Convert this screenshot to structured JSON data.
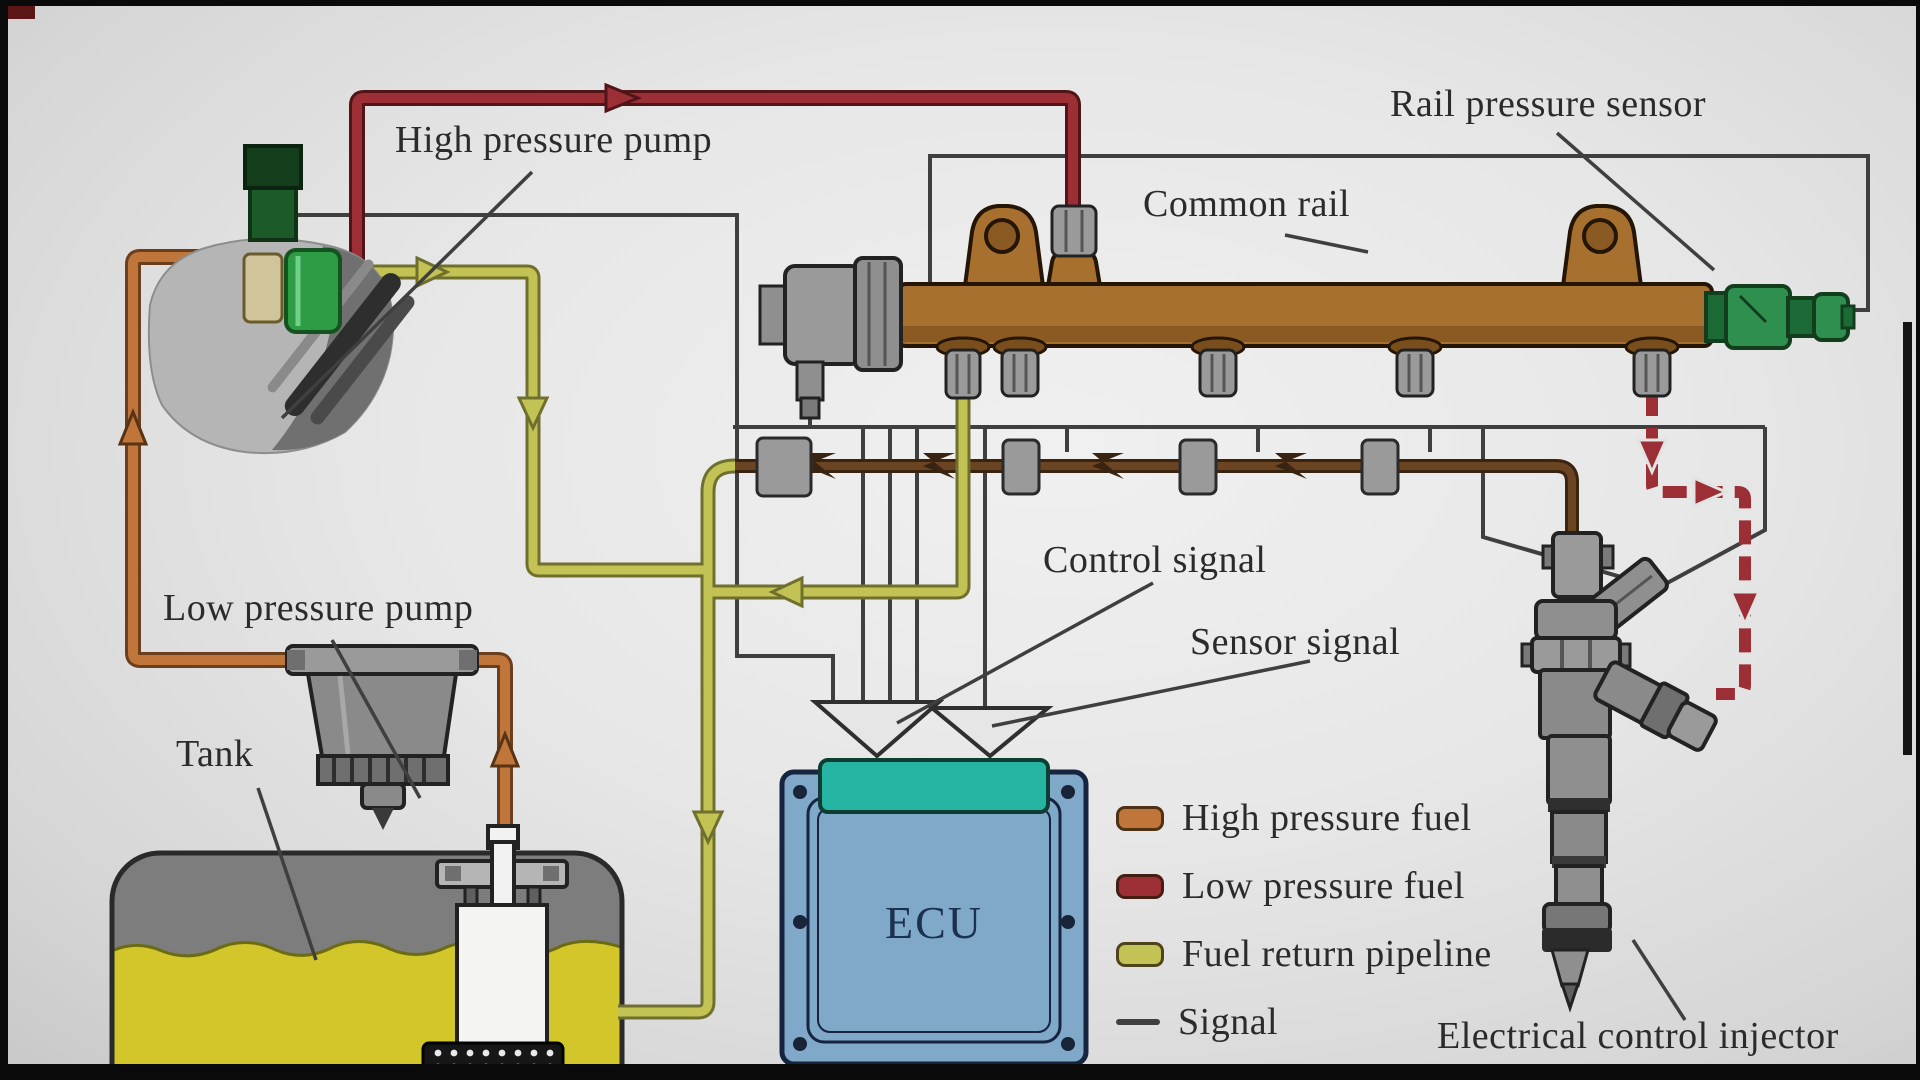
{
  "labels": {
    "high_pressure_pump": "High pressure pump",
    "rail_pressure_sensor": "Rail pressure sensor",
    "common_rail": "Common rail",
    "low_pressure_pump": "Low pressure pump",
    "tank": "Tank",
    "control_signal": "Control signal",
    "sensor_signal": "Sensor signal",
    "ecu": "ECU",
    "electrical_control_injector": "Electrical control injector"
  },
  "legend": {
    "items": [
      {
        "label": "High pressure fuel",
        "color": "#c0763a"
      },
      {
        "label": "Low pressure fuel",
        "color": "#9c2f35"
      },
      {
        "label": "Fuel return pipeline",
        "color": "#c2c255"
      },
      {
        "label": "Signal",
        "color": "#3f3f3f"
      }
    ]
  },
  "colors": {
    "high_pressure_fuel": "#c0763a",
    "low_pressure_fuel": "#9c2f35",
    "fuel_return": "#c2c255",
    "signal": "#3f3f3f",
    "rail_body": "#a8702e",
    "ecu_body": "#7fa8c9",
    "ecu_connector": "#25b5a2",
    "tank_fuel": "#d2c62b",
    "sensor_green": "#2f8f4f"
  }
}
